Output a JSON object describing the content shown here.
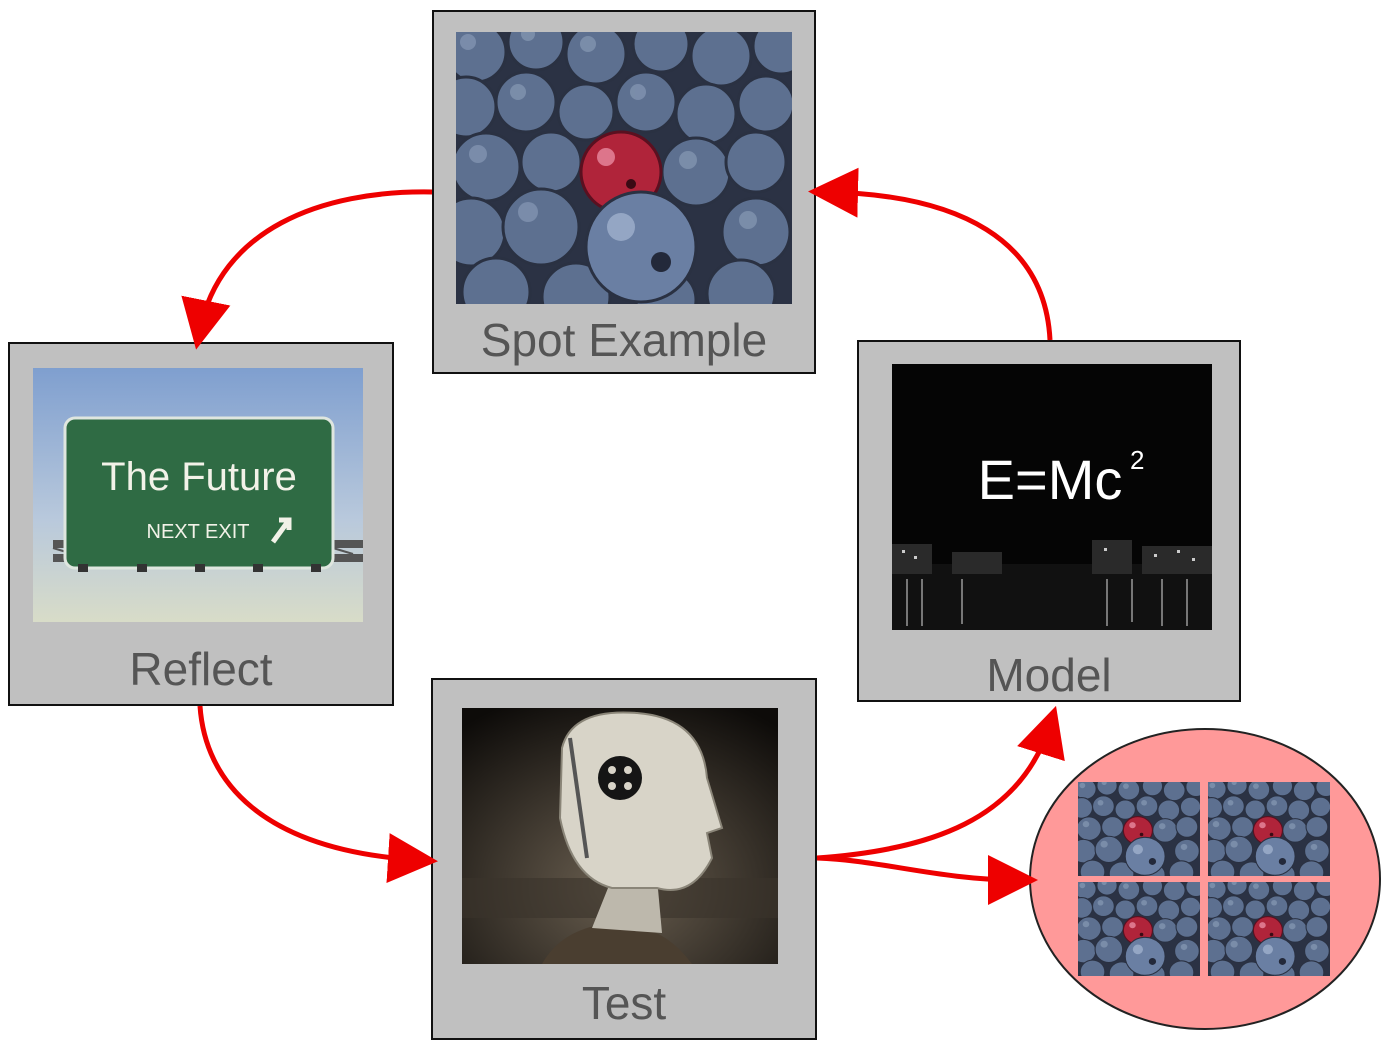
{
  "colors": {
    "card_bg": "#c0c0c0",
    "card_border": "#111111",
    "label_text": "#555555",
    "arrow": "#ee0000",
    "cluster_fill": "#ff9999",
    "berry_blue": "#5a6f8f",
    "berry_red": "#b0243a"
  },
  "nodes": {
    "spot_example": {
      "label": "Spot Example",
      "image": "blueberries-with-red-berry-photo"
    },
    "reflect": {
      "label": "Reflect",
      "image": "highway-sign-photo",
      "sign_title": "The Future",
      "sign_sub": "NEXT EXIT"
    },
    "model": {
      "label": "Model",
      "image": "light-painting-equation-photo",
      "equation": "E=Mc",
      "exponent": "2"
    },
    "test": {
      "label": "Test",
      "image": "crash-test-dummy-photo"
    }
  },
  "cluster": {
    "image": "blueberries-photo-grid",
    "tiles": 4
  },
  "edges": [
    {
      "from": "spot_example",
      "to": "reflect"
    },
    {
      "from": "reflect",
      "to": "test"
    },
    {
      "from": "test",
      "to": "model"
    },
    {
      "from": "test",
      "to": "cluster"
    },
    {
      "from": "model",
      "to": "spot_example"
    }
  ]
}
